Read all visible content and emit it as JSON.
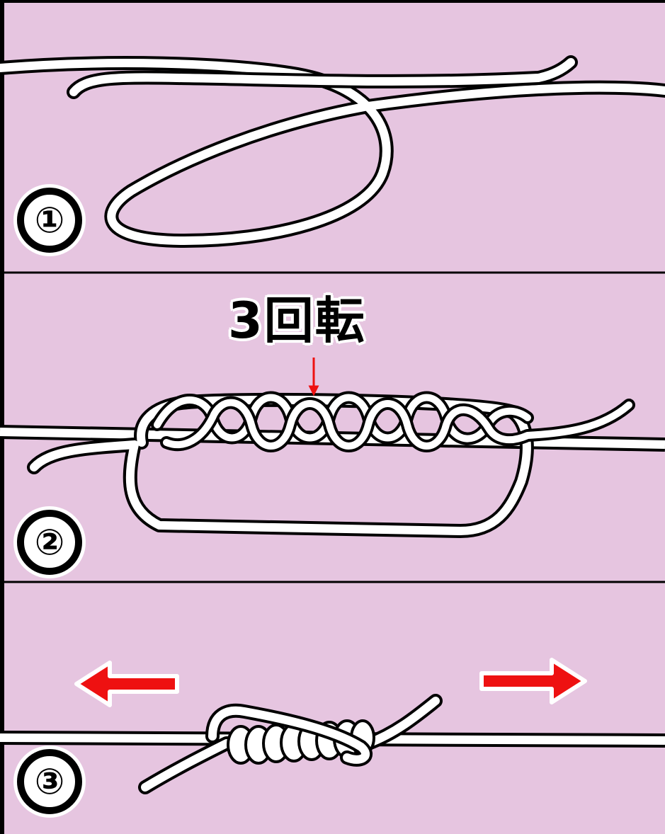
{
  "diagram": {
    "steps": [
      {
        "badge": "①"
      },
      {
        "badge": "②",
        "annotation": "3回転"
      },
      {
        "badge": "③"
      }
    ],
    "colors": {
      "background": "#e6c5e0",
      "divider": "#000000",
      "line_fill": "#ffffff",
      "line_outline": "#000000",
      "arrow": "#ee1111"
    }
  }
}
